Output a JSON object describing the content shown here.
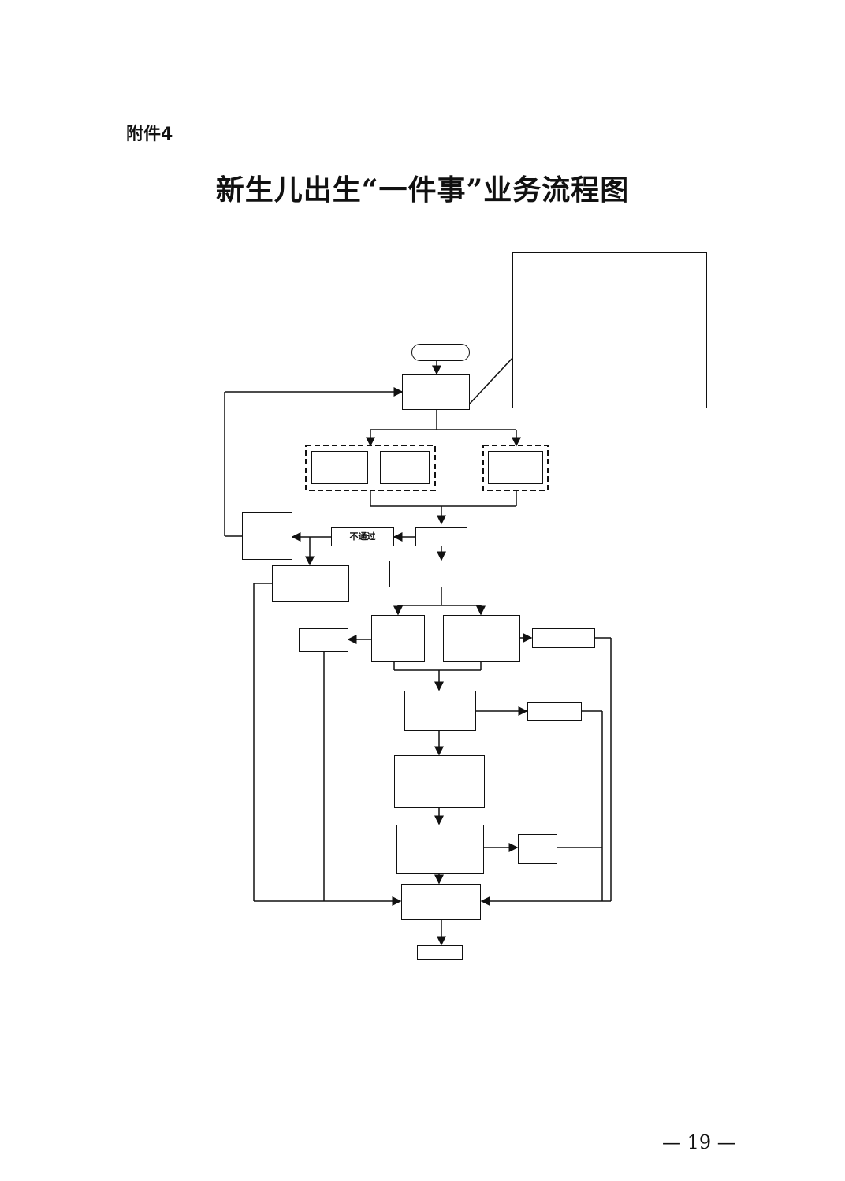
{
  "header": {
    "attachment_label": "附件4"
  },
  "title": "新生儿出生“一件事”业务流程图",
  "footer": {
    "page_number": "— 19 —"
  },
  "flowchart": {
    "nodes": {
      "start": "",
      "apply": "",
      "online_platform": "",
      "guishitong": "",
      "offline_window": "",
      "accept": "",
      "not_pass": "不通过",
      "reject_notice": "",
      "notify_supplement": "",
      "forward_materials": "",
      "vaccination": "",
      "vaccine_book": "",
      "issuing_org": "",
      "birth_cert": "",
      "police": "",
      "hukou_book": "",
      "medical_insurance": "",
      "hr_social": "",
      "social_card": "",
      "deliver": "",
      "end": ""
    },
    "notes": "",
    "edge_labels": {
      "apply_label": "",
      "online_label": "",
      "offline_label": "",
      "pass_label": "",
      "to_police": "",
      "to_medical": "",
      "to_hr": ""
    }
  }
}
